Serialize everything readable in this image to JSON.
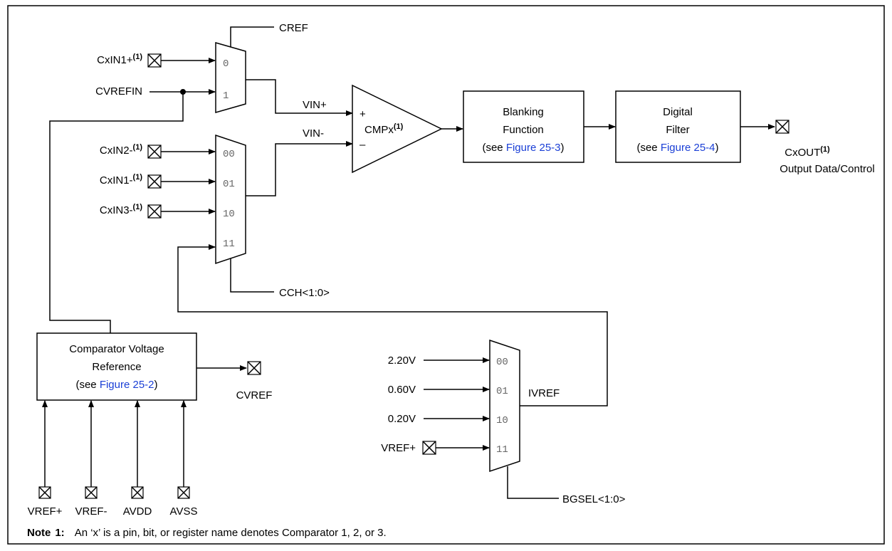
{
  "mux1": {
    "inputs": [
      "CxIN1+",
      "CVREFIN"
    ],
    "input_sup": "(1)",
    "sel": [
      "0",
      "1"
    ],
    "control": "CREF"
  },
  "mux2": {
    "inputs": [
      "CxIN2-",
      "CxIN1-",
      "CxIN3-"
    ],
    "sup": "(1)",
    "sel": [
      "00",
      "01",
      "10",
      "11"
    ],
    "control": "CCH<1:0>"
  },
  "comparator": {
    "name": "CMPx",
    "sup": "(1)",
    "plus": "+",
    "minus": "–",
    "vin_plus": "VIN+",
    "vin_minus": "VIN-"
  },
  "blanking": {
    "line1": "Blanking",
    "line2": "Function",
    "see": "(see ",
    "link": "Figure 25-3",
    "close": ")"
  },
  "filter": {
    "line1": "Digital",
    "line2": "Filter",
    "see": "(see ",
    "link": "Figure 25-4",
    "close": ")"
  },
  "output": {
    "name": "CxOUT",
    "sup": "(1)",
    "desc": "Output Data/Control"
  },
  "cvr": {
    "line1": "Comparator Voltage",
    "line2": "Reference",
    "see": "(see ",
    "link": "Figure 25-2",
    "close": ")",
    "out": "CVREF"
  },
  "cvr_pins": [
    "VREF+",
    "VREF-",
    "AVDD",
    "AVSS"
  ],
  "mux3": {
    "inputs": [
      "2.20V",
      "0.60V",
      "0.20V",
      "VREF+"
    ],
    "sel": [
      "00",
      "01",
      "10",
      "11"
    ],
    "out": "IVREF",
    "control": "BGSEL<1:0>"
  },
  "note": {
    "label": "Note",
    "num": "1:",
    "text": "An ‘x’ is a pin, bit, or register name denotes Comparator 1, 2, or 3."
  }
}
